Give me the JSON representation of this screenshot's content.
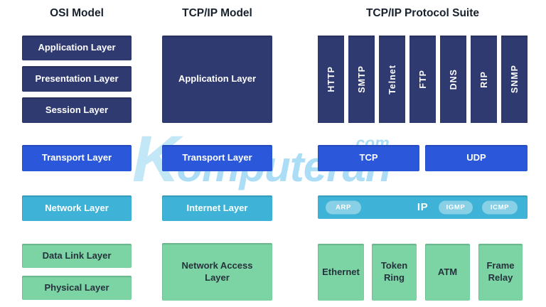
{
  "diagram": {
    "colors": {
      "navy": "#2f3a70",
      "blue": "#2b58da",
      "cyan": "#3eb3d7",
      "green": "#7cd3a4",
      "header_text": "#18212e",
      "watermark_blue": "#8fd3f3",
      "background": "#ffffff"
    },
    "osi": {
      "title": "OSI Model",
      "layers": [
        {
          "label": "Application Layer"
        },
        {
          "label": "Presentation Layer"
        },
        {
          "label": "Session Layer"
        },
        {
          "label": "Transport Layer"
        },
        {
          "label": "Network Layer"
        },
        {
          "label": "Data Link Layer"
        },
        {
          "label": "Physical Layer"
        }
      ]
    },
    "tcpip_model": {
      "title": "TCP/IP Model",
      "layers": [
        {
          "label": "Application Layer"
        },
        {
          "label": "Transport Layer"
        },
        {
          "label": "Internet Layer"
        },
        {
          "label": "Network Access Layer"
        }
      ]
    },
    "protocol_suite": {
      "title": "TCP/IP Protocol Suite",
      "application_protocols": [
        "HTTP",
        "SMTP",
        "Telnet",
        "FTP",
        "DNS",
        "RIP",
        "SNMP"
      ],
      "transport_protocols": [
        "TCP",
        "UDP"
      ],
      "internet_row": {
        "main": "IP",
        "pills": [
          "ARP",
          "IGMP",
          "ICMP"
        ]
      },
      "link_technologies": [
        "Ethernet",
        "Token Ring",
        "ATM",
        "Frame Relay"
      ]
    },
    "watermark": {
      "initial": "K",
      "rest": "omputeran",
      "tld": ".com"
    }
  }
}
